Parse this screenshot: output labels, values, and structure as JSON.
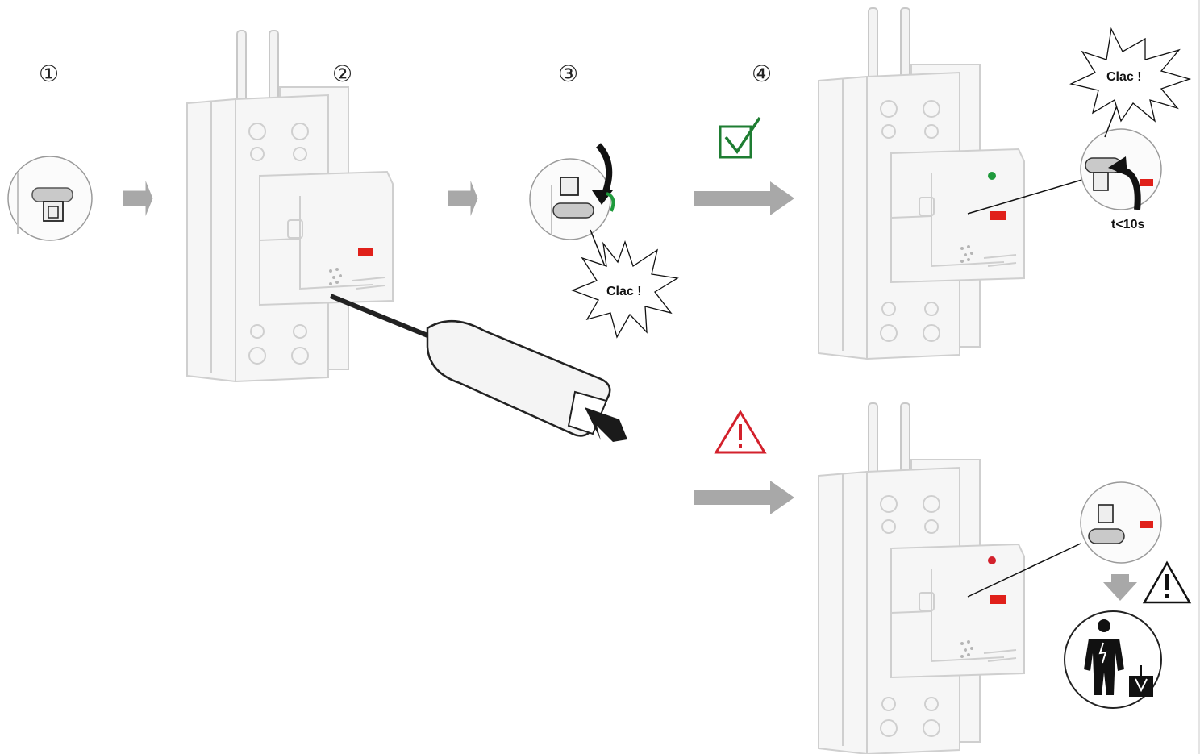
{
  "steps": [
    "①",
    "②",
    "③",
    "④"
  ],
  "callouts": {
    "clac": "Clac !",
    "timing": "t<10s"
  },
  "colors": {
    "ok_check": "#1e7d32",
    "warning_red": "#d3212c",
    "led_green": "#1f9a3c",
    "led_red": "#d3212c",
    "flag_red": "#e0201a",
    "arrow_gray": "#a8a8a8"
  },
  "icons": {
    "ok": "check-box-icon",
    "warning": "warning-triangle-icon",
    "caution": "caution-triangle-icon",
    "technician": "electrician-icon"
  }
}
